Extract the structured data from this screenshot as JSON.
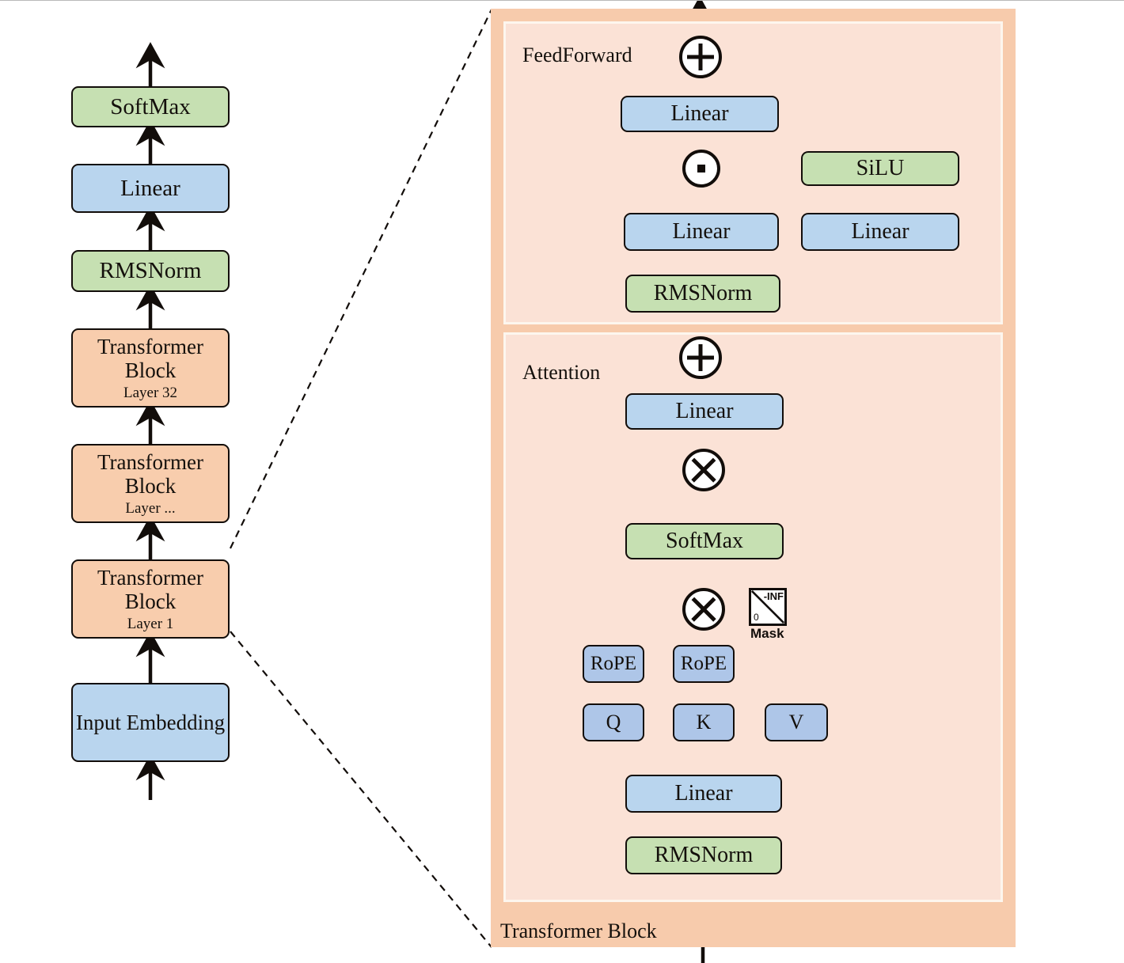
{
  "figure": {
    "kind": "llama-style-transformer-architecture-diagram",
    "background": "#ffffff"
  },
  "palette": {
    "blue": "#b9d5ee",
    "blue_qkv": "#aec6e8",
    "green": "#c6e0b2",
    "orange_node": "#f8cdad",
    "panel_band": "#f7cbac",
    "panel_fill": "#fbe2d6",
    "stroke": "#120d0a"
  },
  "stack": {
    "name": "model-stack",
    "nodes": [
      {
        "label": "SoftMax",
        "sublabel": "",
        "color": "green"
      },
      {
        "label": "Linear",
        "sublabel": "",
        "color": "blue"
      },
      {
        "label": "RMSNorm",
        "sublabel": "",
        "color": "green"
      },
      {
        "label": "Transformer Block",
        "sublabel": "Layer 32",
        "color": "orange"
      },
      {
        "label": "Transformer Block",
        "sublabel": "Layer ...",
        "color": "orange"
      },
      {
        "label": "Transformer Block",
        "sublabel": "Layer 1",
        "color": "orange"
      },
      {
        "label": "Input Embedding",
        "sublabel": "",
        "color": "blue"
      }
    ]
  },
  "panel": {
    "title": "Transformer Block",
    "sections": [
      {
        "name": "feedforward",
        "label": "FeedForward"
      },
      {
        "name": "attention",
        "label": "Attention"
      }
    ]
  },
  "feedforward": {
    "label": "FeedForward",
    "nodes": [
      {
        "label": "Linear",
        "color": "blue",
        "role": "ff-down-proj"
      },
      {
        "label": "SiLU",
        "color": "green",
        "role": "ff-activation"
      },
      {
        "label": "Linear",
        "color": "blue",
        "role": "ff-up-proj"
      },
      {
        "label": "Linear",
        "color": "blue",
        "role": "ff-gate-proj"
      },
      {
        "label": "RMSNorm",
        "color": "green",
        "role": "ff-norm"
      }
    ],
    "operators": [
      {
        "name": "ff-residual-add",
        "glyph": "plus"
      },
      {
        "name": "ff-elementwise-product",
        "glyph": "dot"
      }
    ]
  },
  "attention": {
    "label": "Attention",
    "nodes": [
      {
        "label": "Linear",
        "color": "blue",
        "role": "attn-out-proj"
      },
      {
        "label": "SoftMax",
        "color": "green",
        "role": "attn-softmax"
      },
      {
        "label": "RoPE",
        "color": "blue_qkv",
        "role": "rope-q"
      },
      {
        "label": "RoPE",
        "color": "blue_qkv",
        "role": "rope-k"
      },
      {
        "label": "Q",
        "color": "blue_qkv",
        "role": "query"
      },
      {
        "label": "K",
        "color": "blue_qkv",
        "role": "key"
      },
      {
        "label": "V",
        "color": "blue_qkv",
        "role": "value"
      },
      {
        "label": "Linear",
        "color": "blue",
        "role": "attn-qkv-proj"
      },
      {
        "label": "RMSNorm",
        "color": "green",
        "role": "attn-norm"
      }
    ],
    "operators": [
      {
        "name": "attn-residual-add",
        "glyph": "plus"
      },
      {
        "name": "attn-value-matmul",
        "glyph": "times"
      },
      {
        "name": "attn-score-matmul",
        "glyph": "times"
      }
    ],
    "mask": {
      "caption": "Mask",
      "upper_value": "-INF",
      "lower_value": "0"
    }
  }
}
